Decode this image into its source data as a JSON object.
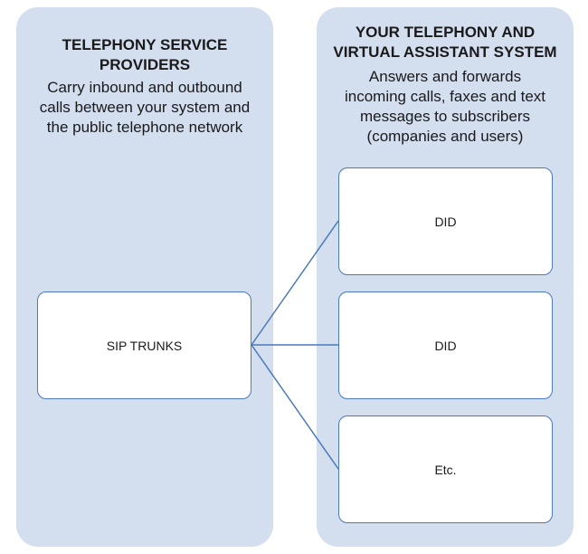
{
  "providers_panel": {
    "title": "TELEPHONY SERVICE\nPROVIDERS",
    "description": "Carry inbound and outbound\ncalls between your system and\nthe public telephone network"
  },
  "system_panel": {
    "title": "YOUR TELEPHONY AND\nVIRTUAL ASSISTANT SYSTEM",
    "description": "Answers and forwards\nincoming calls, faxes and text\nmessages to subscribers\n(companies and users)"
  },
  "nodes": {
    "sip_trunks": "SIP TRUNKS",
    "did_1": "DID",
    "did_2": "DID",
    "etc": "Etc."
  },
  "colors": {
    "panel_fill": "#d3deef",
    "node_border": "#4a79bd",
    "connector": "#4a79bd"
  }
}
